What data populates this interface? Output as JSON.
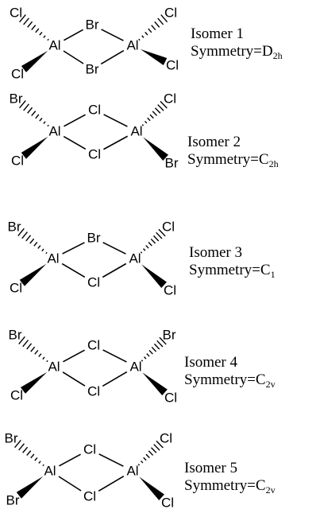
{
  "isomers": [
    {
      "title": "Isomer 1",
      "symmetry_prefix": "Symmetry=",
      "symmetry_main": "D",
      "symmetry_sub": "2h",
      "atoms": {
        "al_left": "Al",
        "al_right": "Al",
        "bridge_top": "Br",
        "bridge_bottom": "Br",
        "left_top": "Cl",
        "left_bottom": "Cl",
        "right_top": "Cl",
        "right_bottom": "Cl"
      }
    },
    {
      "title": "Isomer 2",
      "symmetry_prefix": "Symmetry=",
      "symmetry_main": "C",
      "symmetry_sub": "2h",
      "atoms": {
        "al_left": "Al",
        "al_right": "Al",
        "bridge_top": "Cl",
        "bridge_bottom": "Cl",
        "left_top": "Br",
        "left_bottom": "Cl",
        "right_top": "Cl",
        "right_bottom": "Br"
      }
    },
    {
      "title": "Isomer 3",
      "symmetry_prefix": "Symmetry=",
      "symmetry_main": "C",
      "symmetry_sub": "1",
      "atoms": {
        "al_left": "Al",
        "al_right": "Al",
        "bridge_top": "Br",
        "bridge_bottom": "Cl",
        "left_top": "Br",
        "left_bottom": "Cl",
        "right_top": "Cl",
        "right_bottom": "Cl"
      }
    },
    {
      "title": "Isomer 4",
      "symmetry_prefix": "Symmetry=",
      "symmetry_main": "C",
      "symmetry_sub": "2v",
      "atoms": {
        "al_left": "Al",
        "al_right": "Al",
        "bridge_top": "Cl",
        "bridge_bottom": "Cl",
        "left_top": "Br",
        "left_bottom": "Cl",
        "right_top": "Br",
        "right_bottom": "Cl"
      }
    },
    {
      "title": "Isomer 5",
      "symmetry_prefix": "Symmetry=",
      "symmetry_main": "C",
      "symmetry_sub": "2v",
      "atoms": {
        "al_left": "Al",
        "al_right": "Al",
        "bridge_top": "Cl",
        "bridge_bottom": "Cl",
        "left_top": "Br",
        "left_bottom": "Br",
        "right_top": "Cl",
        "right_bottom": "Cl"
      }
    }
  ]
}
